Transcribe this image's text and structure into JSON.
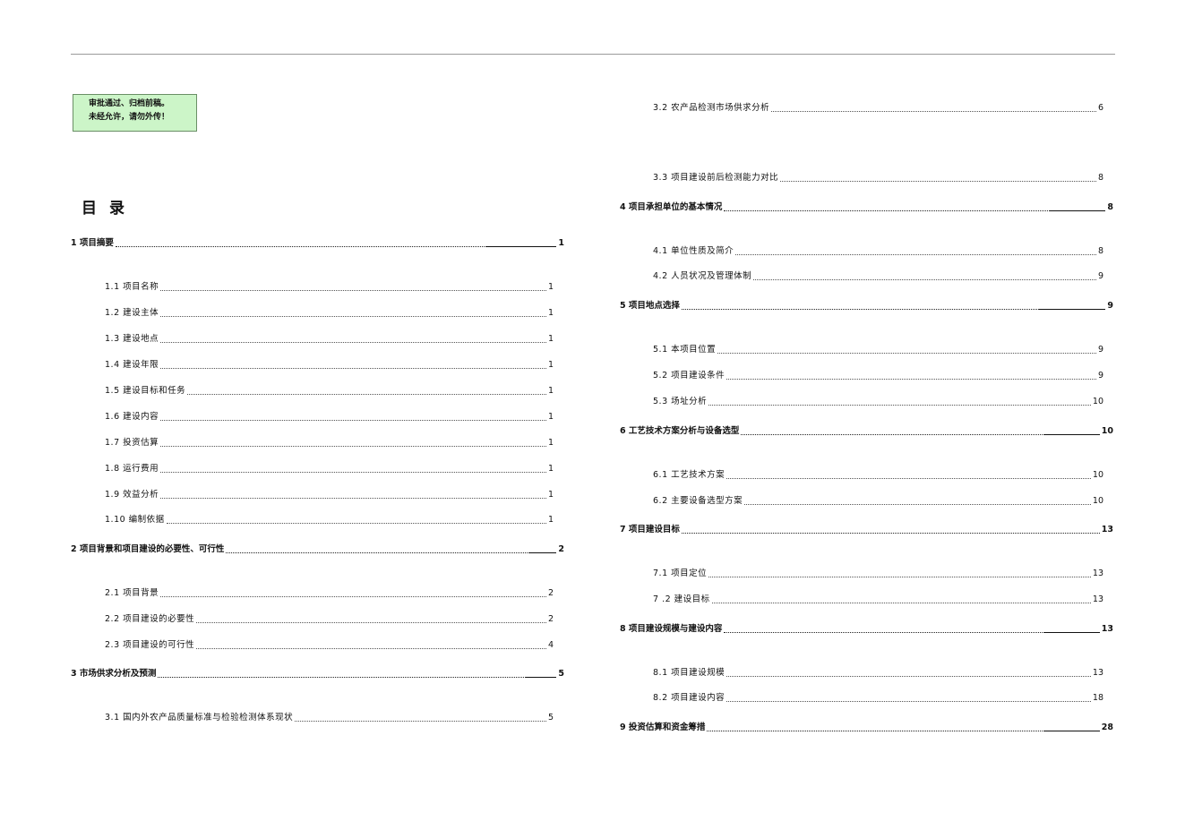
{
  "notice": {
    "line1": "审批通过、归档前稿。",
    "line2": "未经允许，请勿外传！"
  },
  "toc": {
    "title": "目录",
    "left": [
      {
        "label": "1  项目摘要",
        "page": "1",
        "level": 1
      },
      {
        "label": "1.1  项目名称",
        "page": "1",
        "level": 2
      },
      {
        "label": "1.2 建设主体",
        "page": "1",
        "level": 2
      },
      {
        "label": "1.3 建设地点",
        "page": "1",
        "level": 2
      },
      {
        "label": "1.4 建设年限",
        "page": "1",
        "level": 2
      },
      {
        "label": "1.5 建设目标和任务",
        "page": "1",
        "level": 2
      },
      {
        "label": "1.6 建设内容",
        "page": "1",
        "level": 2
      },
      {
        "label": "1.7 投资估算",
        "page": "1",
        "level": 2
      },
      {
        "label": "1.8 运行费用",
        "page": "1",
        "level": 2
      },
      {
        "label": "1.9 效益分析",
        "page": "1",
        "level": 2
      },
      {
        "label": "1.10  编制依据",
        "page": "1",
        "level": 2
      },
      {
        "label": "2  项目背景和项目建设的必要性、可行性",
        "page": "2",
        "level": 1
      },
      {
        "label": "2.1  项目背景",
        "page": "2",
        "level": 2
      },
      {
        "label": "2.2 项目建设的必要性",
        "page": "2",
        "level": 2
      },
      {
        "label": "2.3 项目建设的可行性",
        "page": "4",
        "level": 2
      },
      {
        "label": "3  市场供求分析及预测",
        "page": "5",
        "level": 1
      },
      {
        "label": "3.1 国内外农产品质量标准与检验检测体系现状",
        "page": "5",
        "level": 2
      }
    ],
    "right": [
      {
        "label": "3.2 农产品检测市场供求分析",
        "page": "6",
        "level": 2
      },
      {
        "label": "3.3  项目建设前后检测能力对比",
        "page": "8",
        "level": 2
      },
      {
        "label": "4 项目承担单位的基本情况",
        "page": "8",
        "level": 1
      },
      {
        "label": "4.1  单位性质及简介",
        "page": "8",
        "level": 2
      },
      {
        "label": "4.2 人员状况及管理体制",
        "page": "9",
        "level": 2
      },
      {
        "label": "5  项目地点选择",
        "page": "9",
        "level": 1
      },
      {
        "label": "5.1  本项目位置",
        "page": "9",
        "level": 2
      },
      {
        "label": "5.2  项目建设条件",
        "page": "9",
        "level": 2
      },
      {
        "label": "5.3  场址分析",
        "page": "10",
        "level": 2
      },
      {
        "label": "6 工艺技术方案分析与设备选型",
        "page": "10",
        "level": 1
      },
      {
        "label": "6.1  工艺技术方案",
        "page": "10",
        "level": 2
      },
      {
        "label": "6.2    主要设备选型方案",
        "page": "10",
        "level": 2
      },
      {
        "label": "7  项目建设目标",
        "page": "13",
        "level": 1
      },
      {
        "label": "7.1  项目定位",
        "page": "13",
        "level": 2
      },
      {
        "label": "7 .2 建设目标",
        "page": "13",
        "level": 2
      },
      {
        "label": "8  项目建设规模与建设内容",
        "page": "13",
        "level": 1
      },
      {
        "label": "8.1  项目建设规模",
        "page": "13",
        "level": 2
      },
      {
        "label": "8.2 项目建设内容",
        "page": "18",
        "level": 2
      },
      {
        "label": "9  投资估算和资金筹措",
        "page": "28",
        "level": 1
      }
    ]
  },
  "colors": {
    "notice_bg": "#ccf5c8",
    "notice_border": "#6a8f66",
    "rule": "#9a9a9a"
  }
}
